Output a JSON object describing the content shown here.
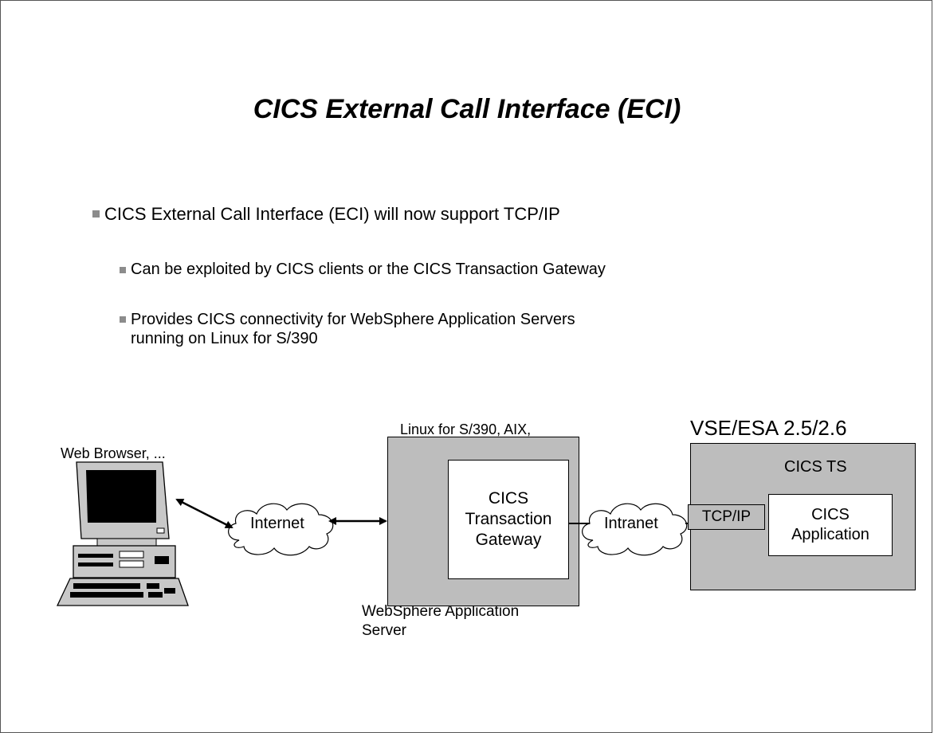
{
  "slide": {
    "title": "CICS External Call Interface (ECI)",
    "bullet_main": "CICS External Call Interface (ECI) will now support TCP/IP",
    "sub_bullet_1": "Can be exploited by CICS clients or the CICS Transaction Gateway",
    "sub_bullet_2_line1": "Provides CICS connectivity for WebSphere Application Servers",
    "sub_bullet_2_line2": "running on Linux for S/390"
  },
  "diagram": {
    "web_browser_label": "Web Browser, ...",
    "internet_label": "Internet",
    "linux_label_line1": "Linux for S/390, AIX,",
    "linux_label_line2": "...",
    "gateway_line1": "CICS",
    "gateway_line2": "Transaction",
    "gateway_line3": "Gateway",
    "websphere_line1": "WebSphere Application",
    "websphere_line2": "Server",
    "intranet_label": "Intranet",
    "vse_label": "VSE/ESA 2.5/2.6",
    "cics_ts_label": "CICS TS",
    "tcpip_label": "TCP/IP",
    "app_line1": "CICS",
    "app_line2": "Application"
  }
}
